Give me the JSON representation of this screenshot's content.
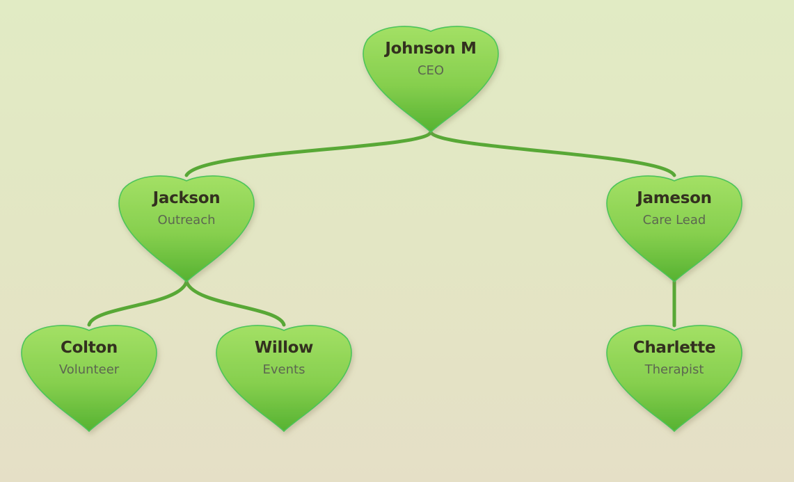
{
  "diagram": {
    "type": "org-chart",
    "colors": {
      "heart_top": "#a3e065",
      "heart_bottom": "#5ab535",
      "heart_border": "#4cc45a",
      "connector": "#58a836",
      "name_text": "#33301f",
      "role_text": "#5c6650"
    },
    "nodes": [
      {
        "id": "johnson",
        "name": "Johnson M",
        "role": "CEO",
        "parent": null
      },
      {
        "id": "jackson",
        "name": "Jackson",
        "role": "Outreach",
        "parent": "johnson"
      },
      {
        "id": "jameson",
        "name": "Jameson",
        "role": "Care Lead",
        "parent": "johnson"
      },
      {
        "id": "colton",
        "name": "Colton",
        "role": "Volunteer",
        "parent": "jackson"
      },
      {
        "id": "willow",
        "name": "Willow",
        "role": "Events",
        "parent": "jackson"
      },
      {
        "id": "charlette",
        "name": "Charlette",
        "role": "Therapist",
        "parent": "jameson"
      }
    ]
  }
}
